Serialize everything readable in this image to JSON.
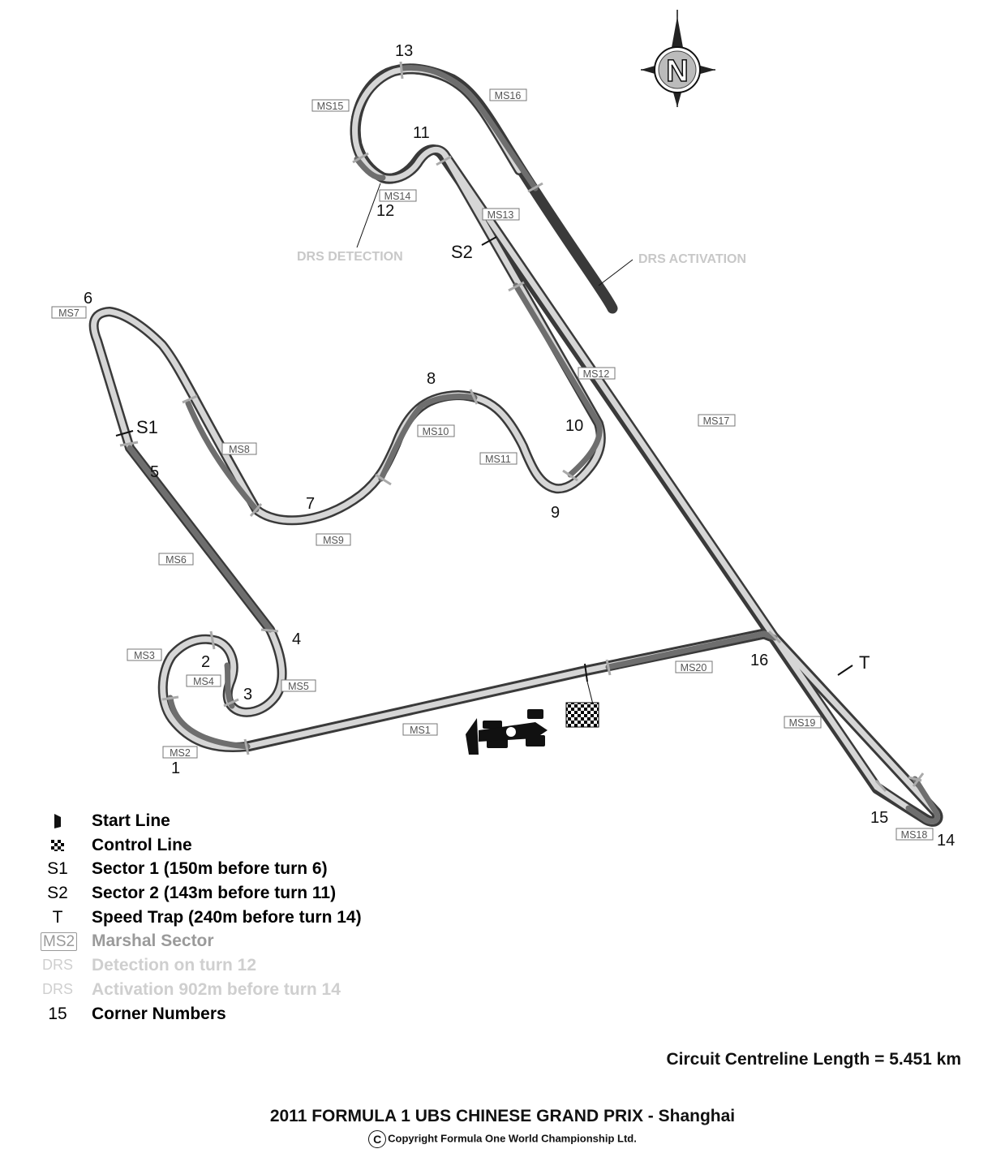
{
  "corners": [
    "1",
    "2",
    "3",
    "4",
    "5",
    "6",
    "7",
    "8",
    "9",
    "10",
    "11",
    "12",
    "13",
    "14",
    "15",
    "16"
  ],
  "sector_markers": {
    "s1": "S1",
    "s2": "S2",
    "t": "T"
  },
  "marshal_sectors": [
    "MS1",
    "MS2",
    "MS3",
    "MS4",
    "MS5",
    "MS6",
    "MS7",
    "MS8",
    "MS9",
    "MS10",
    "MS11",
    "MS12",
    "MS13",
    "MS14",
    "MS15",
    "MS16",
    "MS17",
    "MS18",
    "MS19",
    "MS20"
  ],
  "drs": {
    "detection": "DRS DETECTION",
    "activation": "DRS ACTIVATION"
  },
  "compass": {
    "letter": "N"
  },
  "legend": [
    {
      "symbol": "",
      "text": "Start Line",
      "icon": "start-line-icon"
    },
    {
      "symbol": "",
      "text": "Control Line",
      "icon": "checkered-flag-icon"
    },
    {
      "symbol": "S1",
      "text": "Sector 1  (150m before turn 6)"
    },
    {
      "symbol": "S2",
      "text": "Sector 2  (143m before turn 11)"
    },
    {
      "symbol": "T",
      "text": "Speed Trap (240m before turn 14)"
    },
    {
      "symbol": "MS2",
      "text": "Marshal Sector"
    },
    {
      "symbol": "DRS",
      "text": "Detection  on turn 12"
    },
    {
      "symbol": "DRS",
      "text": "Activation 902m before turn 14"
    },
    {
      "symbol": "15",
      "text": "Corner Numbers"
    }
  ],
  "circuit_length": "Circuit Centreline Length = 5.451 km",
  "title": "2011 FORMULA 1 UBS CHINESE GRAND PRIX - Shanghai",
  "copyright": "Copyright Formula One World Championship Ltd.",
  "colors": {
    "track_light": "#d4d4d4",
    "track_dark": "#6e6e6e",
    "track_edge": "#3a3a3a",
    "drs": "#c8c8c8"
  }
}
